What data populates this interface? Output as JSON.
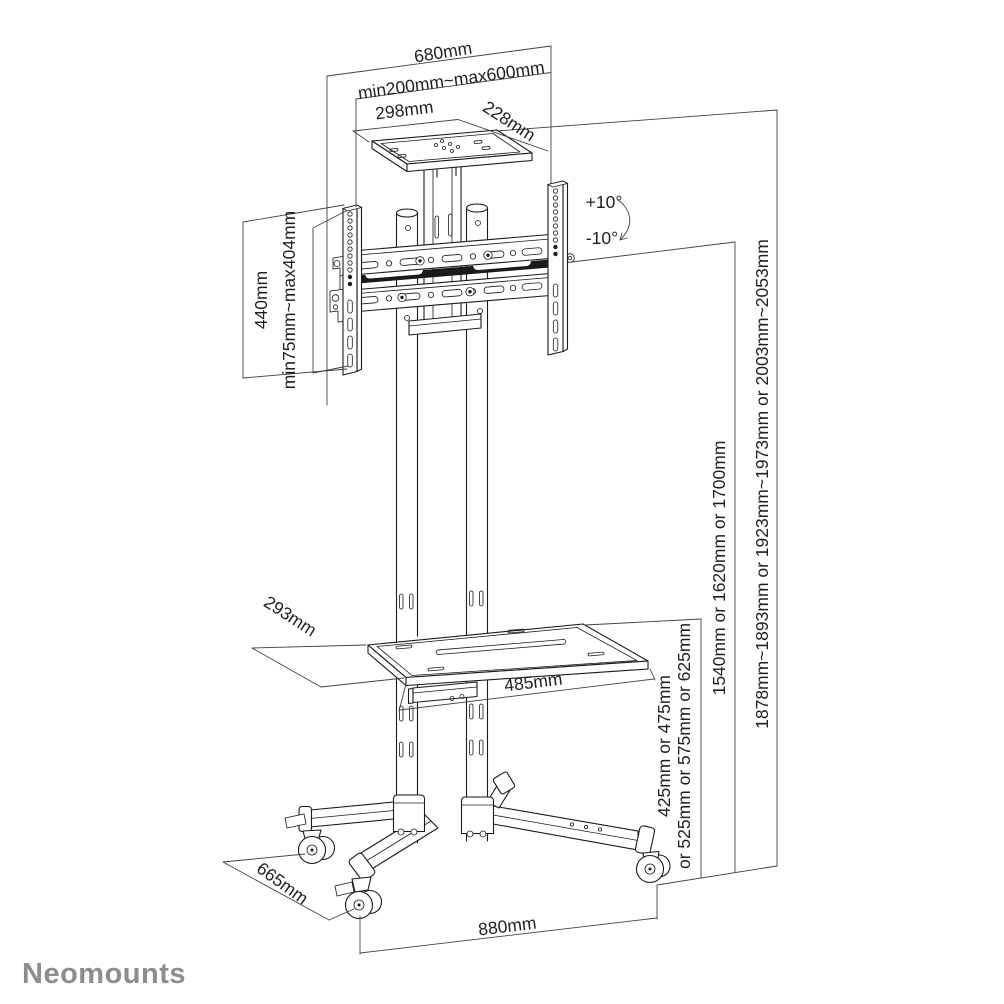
{
  "page": {
    "background": "#ffffff"
  },
  "brand": {
    "logo_text": "Neomounts",
    "logo_color": "#8d8d8d"
  },
  "drawing": {
    "type": "technical-dimension-drawing",
    "subject": "mobile TV floor stand trolley with castors, tilting screen bracket, top camera shelf and AV shelf",
    "line_color": "#1a1a1a",
    "dimensions": {
      "overall_bracket_width": "680mm",
      "tv_mount_width_range": "min200mm~max600mm",
      "top_shelf_width": "298mm",
      "top_shelf_depth": "228mm",
      "bracket_height": "440mm",
      "vesa_height_range": "min75mm~max404mm",
      "tilt_up": "+10°",
      "tilt_down": "-10°",
      "av_shelf_depth": "293mm",
      "av_shelf_width": "485mm",
      "av_shelf_height_options_line1": "425mm or 475mm",
      "av_shelf_height_options_line2": "or 525mm or 575mm or 625mm",
      "column_height_options": "1540mm or 1620mm or 1700mm",
      "overall_height_options": "1878mm~1893mm or 1923mm~1973mm or 2003mm~2053mm",
      "base_depth": "665mm",
      "base_width": "880mm"
    }
  }
}
